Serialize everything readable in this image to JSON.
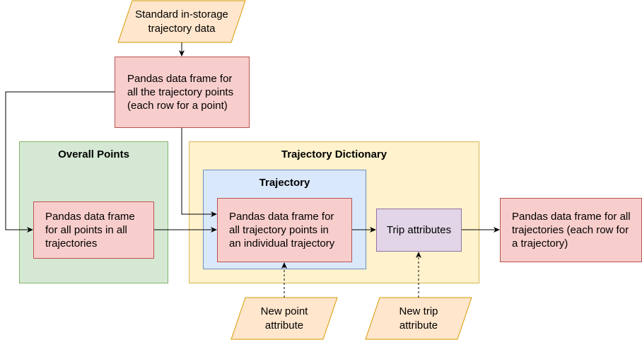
{
  "inputs": {
    "top": "Standard in-storage\ntrajectory data",
    "new_point": "New point\nattribute",
    "new_trip": "New trip\nattribute"
  },
  "boxes": {
    "all_points_df": "Pandas data frame for\nall the trajectory points\n(each row for a point)",
    "overall_df": "Pandas data frame\nfor all points in all\ntrajectories",
    "traj_df": "Pandas data frame for\nall trajectory points in\nan individual trajectory",
    "trip_attributes": "Trip attributes",
    "output_df": "Pandas data frame for all\ntrajectories (each row for\na trajectory)"
  },
  "groups": {
    "overall_points": "Overall Points",
    "trajectory_dictionary": "Trajectory Dictionary",
    "trajectory": "Trajectory"
  },
  "colors": {
    "red_fill": "#f8cecc",
    "red_stroke": "#b85450",
    "green_fill": "#d5e8d4",
    "green_stroke": "#82b366",
    "yellow_fill": "#fff2cc",
    "yellow_stroke": "#d6b656",
    "blue_fill": "#dae8fc",
    "blue_stroke": "#6c8ebf",
    "purple_fill": "#e1d5e7",
    "purple_stroke": "#9673a6",
    "orange_fill": "#ffe6cc",
    "orange_stroke": "#d79b00"
  }
}
